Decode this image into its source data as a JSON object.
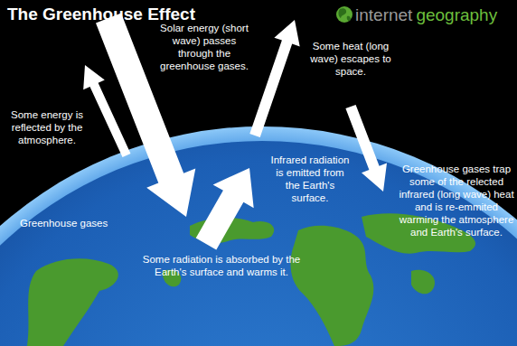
{
  "diagram": {
    "title": "The Greenhouse Effect",
    "labels": [
      "internet",
      "geography",
      "Solar energy (short wave) passes through the greenhouse gases.",
      "Some heat (long wave) escapes to space.",
      "Some energy is reflected by the atmosphere.",
      "Infrared radiation is emitted from the Earth's surface.",
      "Greenhouse gases trap some of the relected infrared (long wave) heat and is re-emmited warming the atmosphere and Earth's surface.",
      "Greenhouse gases",
      "Some radiation is absorbed by the Earth's surface and warms it."
    ]
  }
}
